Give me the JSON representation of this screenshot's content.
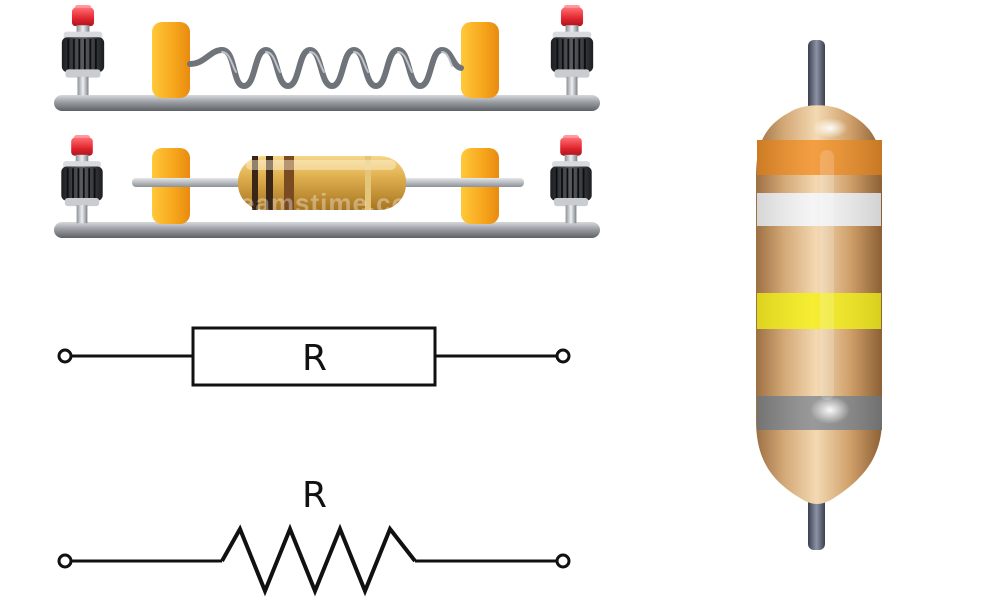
{
  "symbols": {
    "box_label": "R",
    "zigzag_label": "R"
  },
  "watermark": {
    "text": "dreamstime.com"
  },
  "colors": {
    "rail": "#8f9398",
    "block": "#f4a51a",
    "cap": "#e2262e",
    "coil": "#8a8f96",
    "resistor_body": "#d4a655",
    "big_body": "#d6ae78",
    "lead": "#5b6070",
    "band_orange": "#f2922a",
    "band_white": "#f2f2f2",
    "band_yellow": "#f5ec22",
    "band_silver": "#8b8b8b",
    "small_band_dark": "#3a2616",
    "small_band_brown": "#7a4a20",
    "line": "#111111"
  },
  "icons": {
    "terminal_post": "terminal-post-icon",
    "coil_wire": "coil-resistor-icon",
    "small_resistor": "axial-resistor-icon",
    "big_resistor": "color-band-resistor-icon"
  }
}
